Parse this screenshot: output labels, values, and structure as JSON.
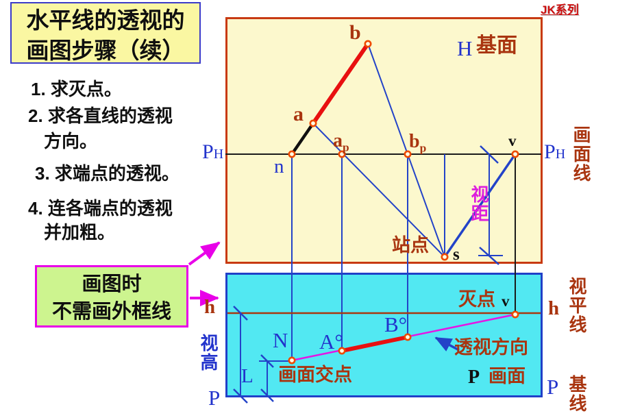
{
  "badge": "JK系列",
  "title_box": {
    "line1": "水平线的透视的",
    "line2": "画图步骤（续）"
  },
  "steps": [
    {
      "line1": "1. 求灭点。",
      "line2": ""
    },
    {
      "line1": "2. 求各直线的透视",
      "line2": "方向。"
    },
    {
      "line1": "3. 求端点的透视。",
      "line2": ""
    },
    {
      "line1": "4. 连各端点的透视",
      "line2": "并加粗。"
    }
  ],
  "note_box": {
    "line1": "画图时",
    "line2": "不需画外框线"
  },
  "upper_diagram": {
    "plane_letter": "H",
    "plane_name": "基面",
    "ph_left_main": "P",
    "ph_left_sub": "H",
    "ph_right_main": "P",
    "ph_right_sub": "H",
    "labels": {
      "a": "a",
      "b": "b",
      "n": "n",
      "ap_main": "a",
      "ap_sub": "p",
      "bp_main": "b",
      "bp_sub": "p",
      "v": "v",
      "s": "s"
    },
    "station_point": "站点",
    "view_distance": "视距"
  },
  "lower_diagram": {
    "vanishing_point": "灭点",
    "v": "v",
    "h_left": "h",
    "h_right": "h",
    "labels": {
      "n": "N",
      "a": "A°",
      "b": "B°",
      "l": "L"
    },
    "direction": "透视方向",
    "intersection": "画面交点",
    "plane_letter": "P",
    "plane_name": "画面",
    "p_left": "P",
    "p_right": "P",
    "view_height": "视高"
  },
  "margin_labels": {
    "picture_plane_line": "画面线",
    "horizon_line": "视平线",
    "ground_line": "基线"
  },
  "colors": {
    "upper_plane_fill": "#fcf8cd",
    "upper_plane_border": "#c83a12",
    "lower_plane_fill": "#52e8f2",
    "lower_plane_border": "#2040c8",
    "thick_segment_red": "#e81010",
    "construction_blue": "#2343c8",
    "label_brown": "#a93510",
    "label_blue": "#2233cc",
    "magenta_accent": "#e416e4",
    "note_box_fill": "#cdf48f",
    "title_box_fill": "#faf7a2"
  }
}
